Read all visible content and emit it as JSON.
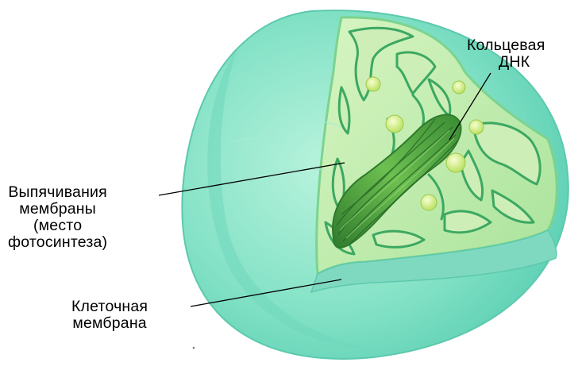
{
  "labels": {
    "dna": {
      "line1": "Кольцевая",
      "line2": "ДНК"
    },
    "folds": {
      "line1": "Выпячивания",
      "line2": "мембраны",
      "line3": "(место",
      "line4": "фотосинтеза)"
    },
    "membrane": {
      "line1": "Клеточная",
      "line2": "мембрана"
    }
  },
  "colors": {
    "outer_cell": "#7fe0c8",
    "outer_cell_dark": "#3fc4a6",
    "cut_face": "#bfe9a8",
    "cut_face_edge": "#6fcf8a",
    "fold_line": "#3ca861",
    "nucleoid": "#5aa64a",
    "nucleoid_dark": "#2f7a2d",
    "granule": "#d5f07a",
    "pointer_line": "#000000"
  }
}
